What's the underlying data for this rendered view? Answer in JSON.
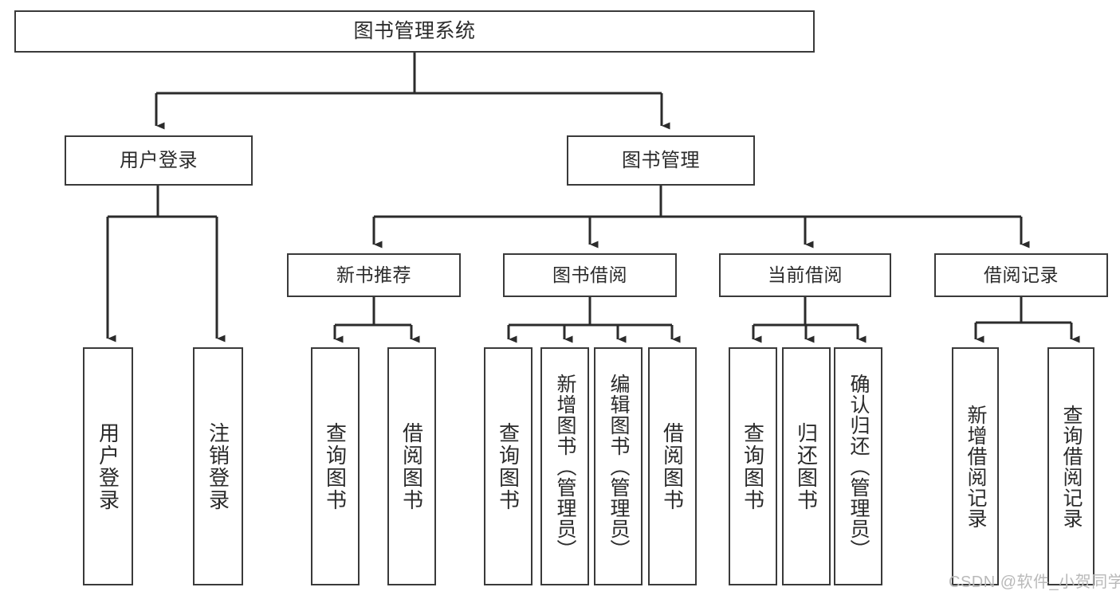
{
  "diagram": {
    "title": "图书管理系统",
    "type": "tree",
    "watermark": "CSDN @软件_小贺同学",
    "colors": {
      "box_stroke": "#3a3a3a",
      "box_fill": "#ffffff",
      "connector": "#2b2b2b",
      "text": "#2b2b2b",
      "watermark": "#b9b9b9"
    },
    "nodes": {
      "root": "图书管理系统",
      "level2": [
        "用户登录",
        "图书管理"
      ],
      "level3": [
        "新书推荐",
        "图书借阅",
        "当前借阅",
        "借阅记录"
      ],
      "leaves": {
        "user_login": [
          "用户登录",
          "注销登录"
        ],
        "new_book": [
          "查询图书",
          "借阅图书"
        ],
        "book_borrow": [
          "查询图书",
          "新增图书（管理员）",
          "编辑图书（管理员）",
          "借阅图书"
        ],
        "current_borrow": [
          "查询图书",
          "归还图书",
          "确认归还（管理员）"
        ],
        "borrow_record": [
          "新增借阅记录",
          "查询借阅记录"
        ]
      }
    }
  }
}
